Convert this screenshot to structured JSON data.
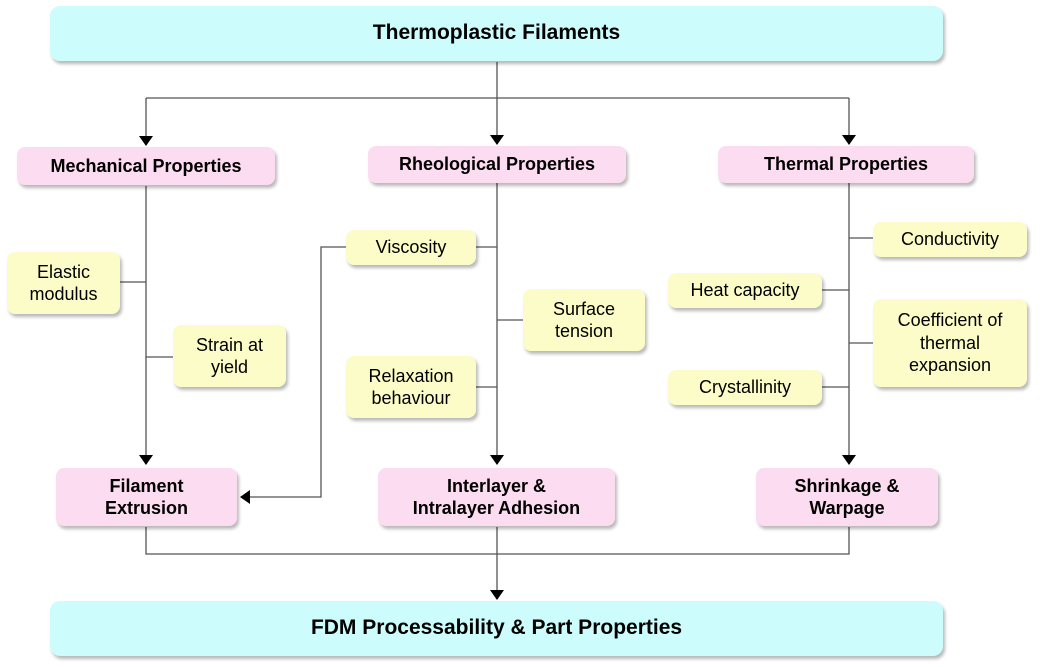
{
  "diagram": {
    "top": "Thermoplastic Filaments",
    "bottom": "FDM Processability & Part Properties",
    "categories": {
      "mechanical": "Mechanical Properties",
      "rheological": "Rheological Properties",
      "thermal": "Thermal Properties"
    },
    "properties": {
      "elastic_modulus": "Elastic\nmodulus",
      "strain_at_yield": "Strain at\nyield",
      "viscosity": "Viscosity",
      "surface_tension": "Surface\ntension",
      "relaxation_behaviour": "Relaxation\nbehaviour",
      "conductivity": "Conductivity",
      "heat_capacity": "Heat capacity",
      "coefficient_thermal_expansion": "Coefficient of\nthermal\nexpansion",
      "crystallinity": "Crystallinity"
    },
    "outcomes": {
      "filament_extrusion": "Filament\nExtrusion",
      "adhesion": "Interlayer &\nIntralayer Adhesion",
      "shrinkage": "Shrinkage &\nWarpage"
    },
    "colors": {
      "top_bottom_fill": "#ccfcfc",
      "category_fill": "#fcdcf0",
      "property_fill": "#fcfcc8",
      "connector": "#555555"
    }
  }
}
